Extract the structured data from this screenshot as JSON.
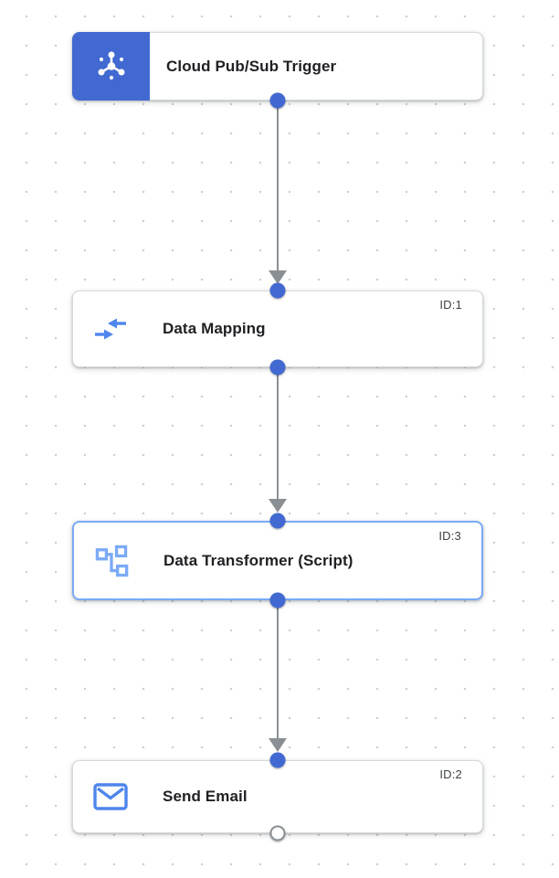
{
  "canvas": {
    "name": "integration-flow-canvas",
    "grid": "dotted-32px"
  },
  "colors": {
    "accent_blue": "#4169D1",
    "icon_blue": "#4F86EC",
    "icon_blue_light": "#7BAAF7",
    "selected_border": "#7BAAF7",
    "edge_gray": "#8A8F94",
    "title_text": "#202124",
    "id_text": "#3F4347",
    "node_border": "#D6D9DD",
    "grid_dot": "#CDCFD1",
    "canvas_bg": "#FFFFFF",
    "port_open_border": "#8A9095"
  },
  "nodes": [
    {
      "kind": "trigger",
      "title": "Cloud Pub/Sub Trigger",
      "id_label": "",
      "icon": "cloud-pubsub-icon",
      "selected": false
    },
    {
      "kind": "task",
      "title": "Data Mapping",
      "id_label": "ID:1",
      "icon": "data-mapping-icon",
      "selected": false
    },
    {
      "kind": "task",
      "title": "Data Transformer (Script)",
      "id_label": "ID:3",
      "icon": "data-transformer-script-icon",
      "selected": true
    },
    {
      "kind": "task",
      "title": "Send Email",
      "id_label": "ID:2",
      "icon": "send-email-icon",
      "selected": false
    }
  ],
  "edges": [
    {
      "from": "Cloud Pub/Sub Trigger",
      "to": "Data Mapping",
      "direction": "down"
    },
    {
      "from": "Data Mapping",
      "to": "Data Transformer (Script)",
      "direction": "down"
    },
    {
      "from": "Data Transformer (Script)",
      "to": "Send Email",
      "direction": "down"
    }
  ],
  "ports": {
    "filled_count": 6,
    "open_count": 1,
    "open_port_node": "Send Email"
  }
}
